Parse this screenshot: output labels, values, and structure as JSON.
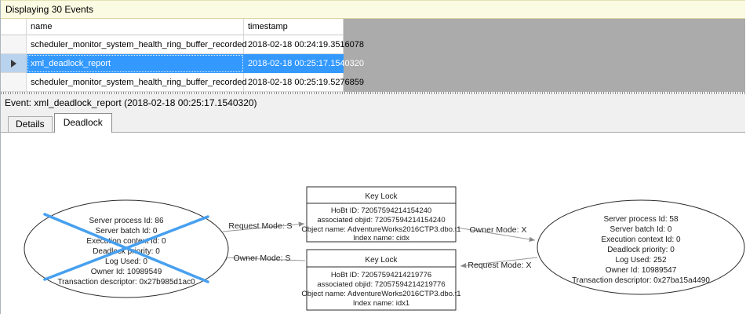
{
  "header": {
    "title": "Displaying 30 Events"
  },
  "table": {
    "columns": [
      "name",
      "timestamp"
    ],
    "rows": [
      {
        "name": "scheduler_monitor_system_health_ring_buffer_recorded",
        "timestamp": "2018-02-18 00:24:19.3516078",
        "selected": false
      },
      {
        "name": "xml_deadlock_report",
        "timestamp": "2018-02-18 00:25:17.1540320",
        "selected": true
      },
      {
        "name": "scheduler_monitor_system_health_ring_buffer_recorded",
        "timestamp": "2018-02-18 00:25:19.5276859",
        "selected": false
      }
    ]
  },
  "event_bar": {
    "label": "Event: xml_deadlock_report (2018-02-18 00:25:17.1540320)"
  },
  "tabs": [
    {
      "label": "Details",
      "active": false
    },
    {
      "label": "Deadlock",
      "active": true
    }
  ],
  "deadlock_graph": {
    "process_left": {
      "victim": true,
      "lines": [
        "Server process Id: 86",
        "Server batch Id: 0",
        "Execution context Id: 0",
        "Deadlock priority: 0",
        "Log Used: 0",
        "Owner Id: 10989549",
        "Transaction descriptor: 0x27b985d1ac0"
      ]
    },
    "process_right": {
      "victim": false,
      "lines": [
        "Server process Id: 58",
        "Server batch Id: 0",
        "Execution context Id: 0",
        "Deadlock priority: 0",
        "Log Used: 252",
        "Owner Id: 10989547",
        "Transaction descriptor: 0x27ba15a4490"
      ]
    },
    "lock_top": {
      "title": "Key Lock",
      "lines": [
        "HoBt ID: 72057594214154240",
        "associated objid: 72057594214154240",
        "Object name: AdventureWorks2016CTP3.dbo.t1",
        "Index name: cidx"
      ]
    },
    "lock_bottom": {
      "title": "Key Lock",
      "lines": [
        "HoBt ID: 72057594214219776",
        "associated objid: 72057594214219776",
        "Object name: AdventureWorks2016CTP3.dbo.t1",
        "Index name: idx1"
      ]
    },
    "edges": [
      {
        "label": "Request Mode: S"
      },
      {
        "label": "Owner Mode: S"
      },
      {
        "label": "Owner Mode: X"
      },
      {
        "label": "Request Mode: X"
      }
    ]
  },
  "colors": {
    "selection_blue": "#3399FF",
    "victim_cross_blue": "#47A0EF",
    "count_bar_yellow": "#FBFAE2",
    "band_gray": "#ABABAB",
    "panel_gray": "#F0F0F0"
  }
}
